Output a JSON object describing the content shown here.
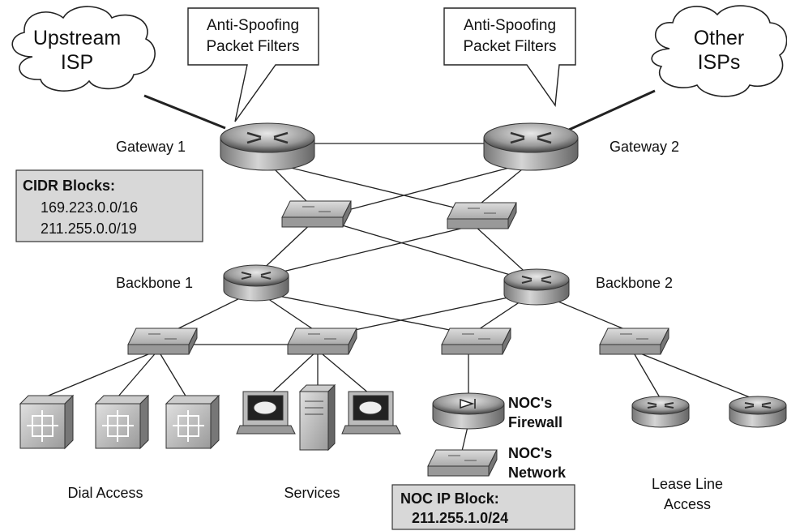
{
  "callouts": {
    "left": {
      "line1": "Anti-Spoofing",
      "line2": "Packet Filters"
    },
    "right": {
      "line1": "Anti-Spoofing",
      "line2": "Packet Filters"
    }
  },
  "clouds": {
    "upstream": {
      "line1": "Upstream",
      "line2": "ISP"
    },
    "other": {
      "line1": "Other",
      "line2": "ISPs"
    }
  },
  "routers": {
    "gateway1": "Gateway 1",
    "gateway2": "Gateway 2",
    "backbone1": "Backbone 1",
    "backbone2": "Backbone 2"
  },
  "cidr": {
    "title": "CIDR Blocks:",
    "block1": "169.223.0.0/16",
    "block2": "211.255.0.0/19"
  },
  "noc": {
    "firewall": {
      "line1": "NOC's",
      "line2": "Firewall"
    },
    "network": {
      "line1": "NOC's",
      "line2": "Network"
    },
    "ipblock": {
      "title": "NOC IP Block:",
      "block": "211.255.1.0/24"
    }
  },
  "groups": {
    "dial": "Dial Access",
    "services": "Services",
    "lease": {
      "line1": "Lease Line",
      "line2": "Access"
    }
  }
}
